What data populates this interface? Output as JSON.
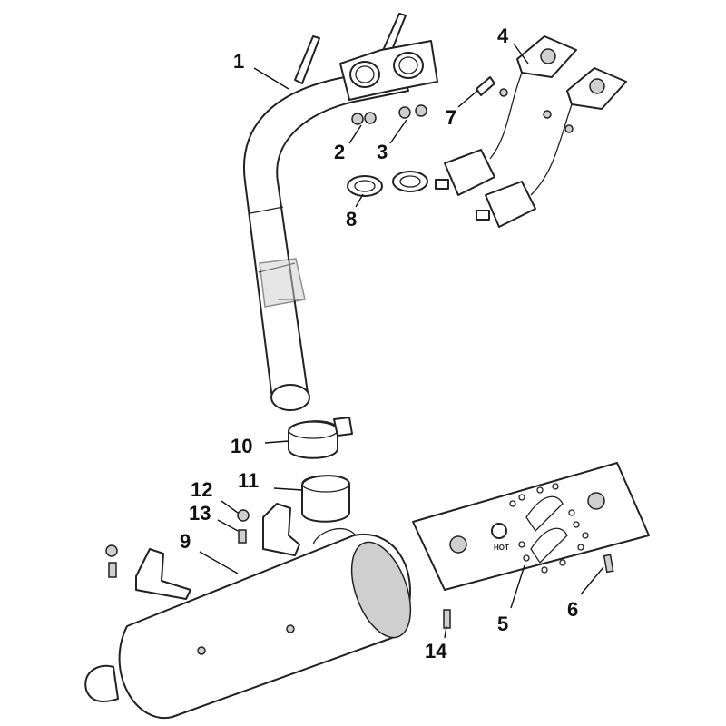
{
  "diagram": {
    "callouts": [
      "1",
      "2",
      "3",
      "4",
      "5",
      "6",
      "7",
      "8",
      "9",
      "10",
      "11",
      "12",
      "13",
      "14"
    ],
    "heat_shield_text": "HOT"
  }
}
